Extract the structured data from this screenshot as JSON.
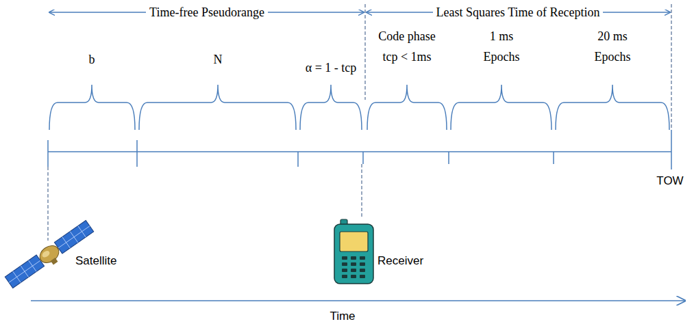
{
  "diagram": {
    "labels": [
      "Time-free Pseudorange",
      "Least Squares Time of Reception",
      "b",
      "N",
      "α = 1 - tcp",
      "Code phase tcp < 1ms",
      "1 ms Epochs",
      "20 ms Epochs",
      "TOW",
      "Satellite",
      "Receiver",
      "Time"
    ]
  }
}
